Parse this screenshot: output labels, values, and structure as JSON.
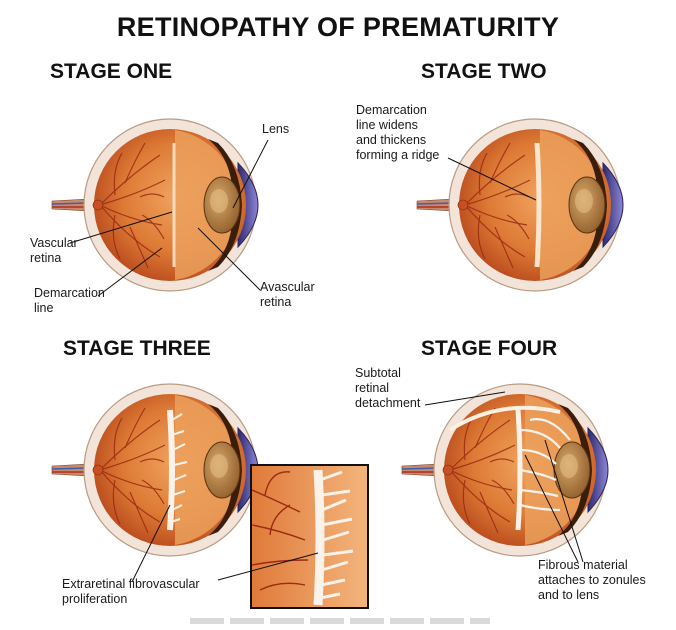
{
  "title": "RETINOPATHY OF PREMATURITY",
  "stages": {
    "one": {
      "heading": "STAGE ONE",
      "labels": {
        "lens": "Lens",
        "vascular_retina": [
          "Vascular",
          "retina"
        ],
        "demarcation_line": [
          "Demarcation",
          "line"
        ],
        "avascular_retina": [
          "Avascular",
          "retina"
        ]
      }
    },
    "two": {
      "heading": "STAGE TWO",
      "labels": {
        "ridge": [
          "Demarcation",
          "line widens",
          "and thickens",
          "forming a ridge"
        ]
      }
    },
    "three": {
      "heading": "STAGE THREE",
      "labels": {
        "proliferation": [
          "Extraretinal fibrovascular",
          "proliferation"
        ]
      }
    },
    "four": {
      "heading": "STAGE FOUR",
      "labels": {
        "detachment": [
          "Subtotal",
          "retinal",
          "detachment"
        ],
        "fibrous": [
          "Fibrous material",
          "attaches to zonules",
          "and to lens"
        ]
      }
    }
  },
  "colors": {
    "sclera": "#f4e7dc",
    "retina_vascular": "#d9692b",
    "retina_avascular": "#e99a55",
    "vessel": "#9b2a12",
    "lens": "#b27a3a",
    "iris": "#3a200f",
    "cornea": "#4b3d9c",
    "fibrous": "#f6f2ee"
  },
  "icons": [
    "eye-cross-section-illustration",
    "magnified-inset-illustration"
  ]
}
